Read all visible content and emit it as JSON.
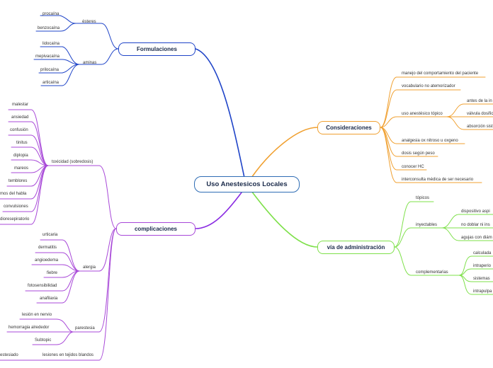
{
  "central": "Uso Anestesicos Locales",
  "colors": {
    "formulaciones": "#1f44c8",
    "consideraciones": "#f0a030",
    "via": "#7ee04a",
    "complicaciones": "#a848d8",
    "complicaciones_link": "#8a2be2",
    "central_border": "#2f6db5"
  },
  "formulaciones": {
    "title": "Formulaciones",
    "esteres": {
      "label": "ésteres",
      "items": [
        "procaína",
        "benzocaína"
      ]
    },
    "aminas": {
      "label": "aminas",
      "items": [
        "lidocaína",
        "mepivacaína",
        "prilocaína",
        "articaína"
      ]
    }
  },
  "consideraciones": {
    "title": "Consideraciones",
    "manejo": "manejo del comportamiento del paciente",
    "vocabulario": "vocabulario no atemorizador",
    "topico": {
      "label": "uso anestésico tópico",
      "items": [
        "antes de la in",
        "válvula dosific",
        "absorción sist"
      ]
    },
    "analgesia": "analgesia ox nitroso u oxgeno",
    "dosis": "dosis según peso",
    "conocer": "conocer HC",
    "interconsulta": "interconsulta médica de ser necesario"
  },
  "via": {
    "title": "vía de administración",
    "topicos": "tópicos",
    "inyectables": {
      "label": "inyectables",
      "items": [
        "dispositivo aspi",
        "no doblar ni ins",
        "agujas con diám"
      ]
    },
    "complementarias": {
      "label": "complementarias",
      "items": [
        "calculada",
        "intraperio",
        "sistemas",
        "intrapulpa"
      ]
    }
  },
  "complicaciones": {
    "title": "complicaciones",
    "toxicidad": {
      "label": "toxicidad (sobredosis)",
      "items": [
        "malestar",
        "ansiedad",
        "confusión",
        "tinitus",
        "diplopia",
        "mareos",
        "temblores",
        "mos del habla",
        "convulsiones",
        "dioresepiratorio"
      ]
    },
    "alergia": {
      "label": "alergia",
      "items": [
        "urticaria",
        "dermatitis",
        "angioedema",
        "fiebre",
        "fotosensibilidad",
        "anafilaxia"
      ]
    },
    "parestesia": {
      "label": "parestesia",
      "items": [
        "lesión en nervio",
        "hemorragia alrededor",
        "Subtopic"
      ]
    },
    "lesiones": "lesiones en tejidos blandos",
    "lesiones_child": "estesiado"
  }
}
